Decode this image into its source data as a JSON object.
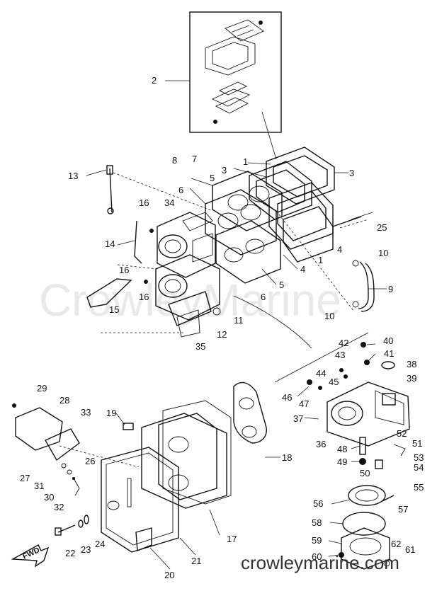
{
  "watermark": "CrowleyMarine",
  "footer": "crowleymarine.com",
  "fwd_label": "FWD",
  "callouts": {
    "c1a": "1",
    "c1b": "1",
    "c2": "2",
    "c3a": "3",
    "c3b": "3",
    "c4a": "4",
    "c4b": "4",
    "c5a": "5",
    "c5b": "5",
    "c6a": "6",
    "c6b": "6",
    "c7": "7",
    "c8": "8",
    "c9": "9",
    "c10a": "10",
    "c10b": "10",
    "c11": "11",
    "c12": "12",
    "c13": "13",
    "c14": "14",
    "c15": "15",
    "c16a": "16",
    "c16b": "16",
    "c16c": "16",
    "c17": "17",
    "c18": "18",
    "c19": "19",
    "c20": "20",
    "c21": "21",
    "c22": "22",
    "c23": "23",
    "c24": "24",
    "c25": "25",
    "c26": "26",
    "c27": "27",
    "c28": "28",
    "c29": "29",
    "c30": "30",
    "c31": "31",
    "c32": "32",
    "c33": "33",
    "c34": "34",
    "c35": "35",
    "c36": "36",
    "c37": "37",
    "c38": "38",
    "c39": "39",
    "c40": "40",
    "c41": "41",
    "c42": "42",
    "c43": "43",
    "c44": "44",
    "c45": "45",
    "c46": "46",
    "c47": "47",
    "c48": "48",
    "c49": "49",
    "c50": "50",
    "c51": "51",
    "c52": "52",
    "c53": "53",
    "c54": "54",
    "c55": "55",
    "c56": "56",
    "c57": "57",
    "c58": "58",
    "c59": "59",
    "c60": "60",
    "c61": "61",
    "c62": "62"
  }
}
